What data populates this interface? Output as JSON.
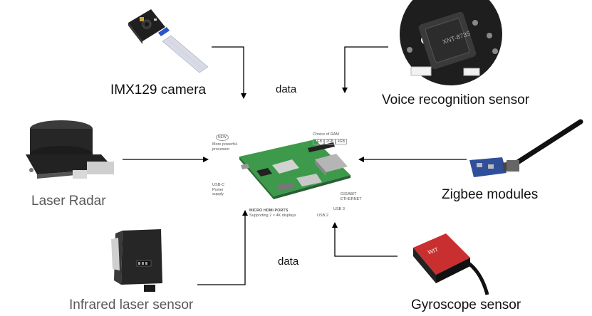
{
  "labels": {
    "camera": "IMX129 camera",
    "voice": "Voice recognition sensor",
    "laser_radar": "Laser Radar",
    "zigbee": "Zigbee modules",
    "infrared": "Infrared laser sensor",
    "gyroscope": "Gyroscope sensor"
  },
  "data_labels": {
    "top": "data",
    "bottom": "data"
  },
  "board": {
    "new_badge": "NEW",
    "cpu_note": "More powerful processor",
    "ram_title": "Choice of RAM",
    "ram_options": [
      "1GB",
      "2GB",
      "4GB"
    ],
    "usbc": "USB-C Power supply",
    "hdmi_title": "MICRO HDMI PORTS",
    "hdmi_note": "Supporting 2 × 4K displays",
    "usb2": "USB 2",
    "usb3": "USB 3",
    "ethernet": "GIGABIT ETHERNET"
  },
  "colors": {
    "arrow": "#000000",
    "board_green": "#3c9a4a",
    "camera_orange": "#e08a2a"
  }
}
